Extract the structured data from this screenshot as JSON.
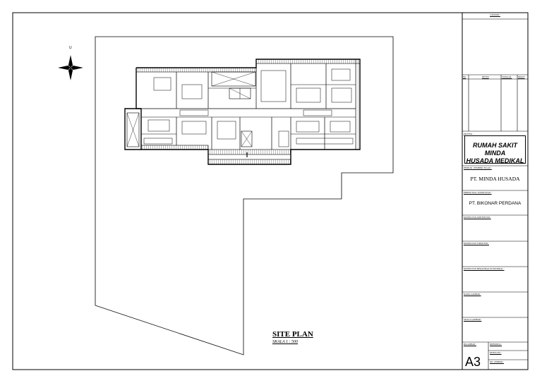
{
  "north_label": "U",
  "title_block": {
    "notes_header": "CATATAN :",
    "revision_headers": [
      "NO",
      "REVISI",
      "TANGGAL",
      "PARAF"
    ],
    "project_label": "PROYEK :",
    "project_name_line1": "RUMAH SAKIT MINDA",
    "project_name_line2": "HUSADA MEDIKAL",
    "owner_label": "PEMILIK / PEMBERI TUGAS :",
    "owner": "PT. MINDA HUSADA",
    "planner_label": "PERENCANA / KONSULTAN :",
    "planner": "PT. BIKONAR PERDANA",
    "field_labels": [
      "KONSULTAN ARSITEKTUR :",
      "KONSULTAN STRUKTUR :",
      "KONSULTAN MEKANIKAL ELEKTRIKAL :",
      "NAMA GAMBAR :",
      "SKALA GAMBAR :"
    ],
    "bottom_labels": [
      "DIGAMBAR :",
      "DIPERIKSA :",
      "DISETUJUI :",
      "NO. LEMBAR :"
    ],
    "sheet_size": "A3"
  },
  "drawing": {
    "title": "SITE PLAN",
    "scale": "SKALA 1 : 500"
  }
}
